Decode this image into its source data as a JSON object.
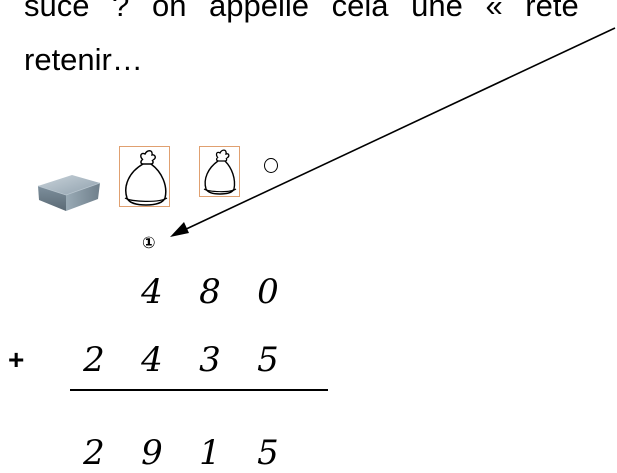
{
  "text": {
    "line1": "suce ? on appelle cela une « rete",
    "line2": "retenir…"
  },
  "carry": {
    "symbol": "①"
  },
  "addition": {
    "operator": "+",
    "first_number": [
      "4",
      "8",
      "0"
    ],
    "second_number": [
      "2",
      "4",
      "3",
      "5"
    ],
    "result": [
      "2",
      "9",
      "1",
      "5"
    ]
  },
  "illustration": {
    "items": [
      "box-icon",
      "bag-icon",
      "bag-icon",
      "circle-icon",
      "arrow-icon"
    ]
  }
}
